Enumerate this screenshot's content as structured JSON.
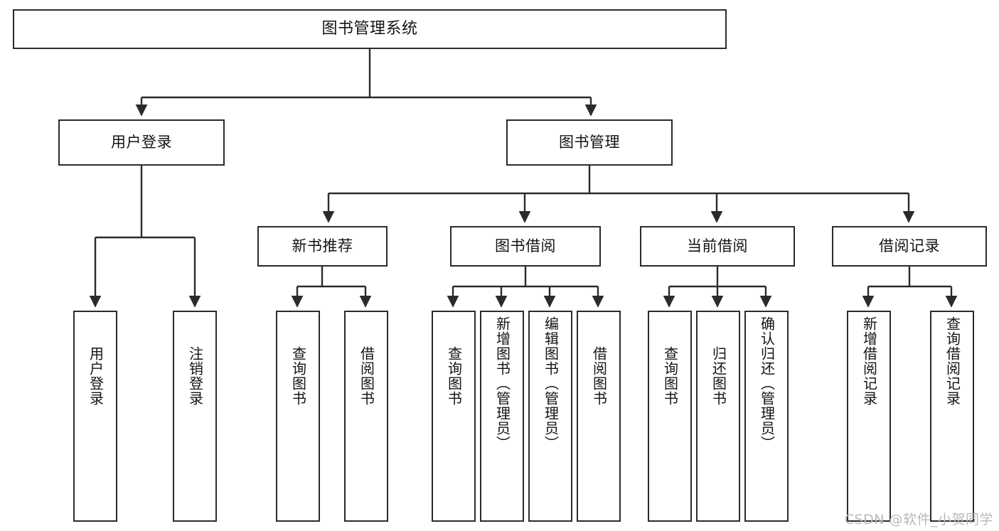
{
  "diagram": {
    "title": "图书管理系统",
    "type": "tree",
    "watermark": "CSDN @软件_小贺同学",
    "stroke_color": "#2b2b2b",
    "fill_color": "#ffffff",
    "text_color": "#141414",
    "watermark_color": "#b9b9b9"
  },
  "nodes": {
    "root": {
      "label": "图书管理系统"
    },
    "level2": [
      {
        "id": "user-login",
        "label": "用户登录"
      },
      {
        "id": "book-manage",
        "label": "图书管理"
      }
    ],
    "level3": [
      {
        "id": "new-book-recommend",
        "label": "新书推荐"
      },
      {
        "id": "book-borrow",
        "label": "图书借阅"
      },
      {
        "id": "current-borrow",
        "label": "当前借阅"
      },
      {
        "id": "borrow-record",
        "label": "借阅记录"
      }
    ],
    "leaves": {
      "user_login": [
        {
          "id": "leaf-user-login",
          "label": "用户登录"
        },
        {
          "id": "leaf-logout-login",
          "label": "注销登录"
        }
      ],
      "new_book_recommend": [
        {
          "id": "leaf-query-book-1",
          "label": "查询图书"
        },
        {
          "id": "leaf-borrow-book-1",
          "label": "借阅图书"
        }
      ],
      "book_borrow": [
        {
          "id": "leaf-query-book-2",
          "label": "查询图书"
        },
        {
          "id": "leaf-add-book",
          "label": "新增图书（管理员）"
        },
        {
          "id": "leaf-edit-book",
          "label": "编辑图书（管理员）"
        },
        {
          "id": "leaf-borrow-book-2",
          "label": "借阅图书"
        }
      ],
      "current_borrow": [
        {
          "id": "leaf-query-book-3",
          "label": "查询图书"
        },
        {
          "id": "leaf-return-book",
          "label": "归还图书"
        },
        {
          "id": "leaf-confirm-return",
          "label": "确认归还（管理员）"
        }
      ],
      "borrow_record": [
        {
          "id": "leaf-add-record",
          "label": "新增借阅记录"
        },
        {
          "id": "leaf-query-record",
          "label": "查询借阅记录"
        }
      ]
    }
  }
}
